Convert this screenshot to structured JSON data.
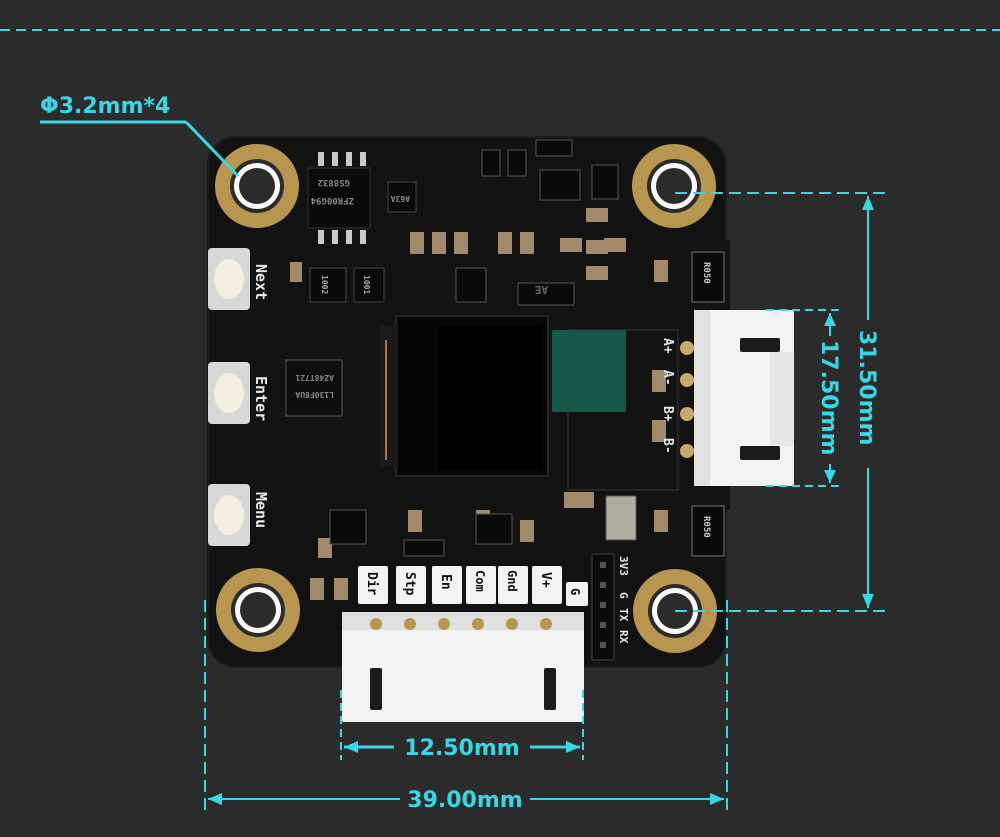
{
  "diagram": {
    "hole_label": "Φ3.2mm*4",
    "dim_width_inner": "12.50mm",
    "dim_width_outer": "39.00mm",
    "dim_height_outer": "31.50mm",
    "dim_height_inner": "17.50mm"
  },
  "board": {
    "buttons": [
      "Next",
      "Enter",
      "Menu"
    ],
    "bottom_pins": [
      "Dir",
      "Stp",
      "En",
      "Com",
      "Gnd",
      "V+"
    ],
    "motor_pins": [
      "A+",
      "A-",
      "B+",
      "B-"
    ],
    "uart_pins": [
      "G",
      "3V3",
      "G",
      "TX",
      "RX"
    ],
    "chips": {
      "driver_chip": "GS8832",
      "driver_code": "ZFR00G94",
      "mcu_line1": "AZ48T721",
      "mcu_line2": "L130F8UA",
      "reg_chip": "A63A",
      "resistor_top": "R050",
      "resistor_bottom": "R050",
      "res_1002": "1002",
      "res_1001": "1001",
      "diode": "AE"
    }
  },
  "colors": {
    "accent": "#3ad6e6",
    "pcb": "#111111",
    "background": "#2b2b2b",
    "connector": "#f2f2f2",
    "gold": "#b89650",
    "silk": "#e8e8e8"
  }
}
